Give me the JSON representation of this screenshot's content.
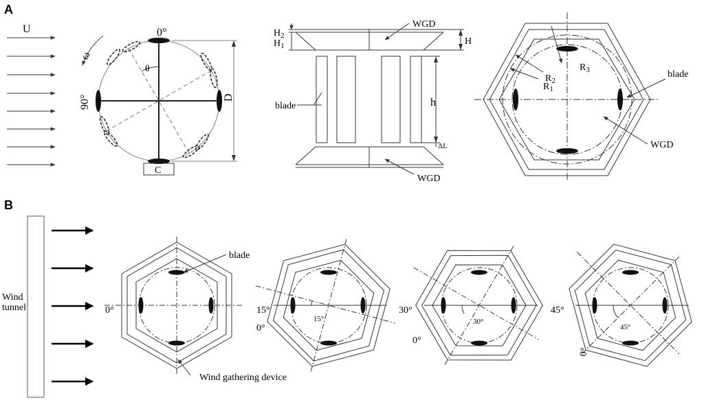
{
  "panels": {
    "a": {
      "letter": "A",
      "rotor": {
        "flow_label": "U",
        "omega_label": "ω",
        "angle_top": "0°",
        "angle_left": "90°",
        "theta_label": "θ",
        "diameter_label": "D",
        "chord_label": "C"
      },
      "side_view": {
        "wgd_top": "WGD",
        "wgd_bottom": "WGD",
        "h2": "H",
        "h2_sub": "2",
        "h1": "H",
        "h1_sub": "1",
        "big_h": "H",
        "blade": "blade",
        "h": "h",
        "delta_l": "ΔL"
      },
      "top_view": {
        "r3": "R",
        "r3_sub": "3",
        "r2": "R",
        "r2_sub": "2",
        "r1": "R",
        "r1_sub": "1",
        "blade": "blade",
        "wgd": "WGD"
      }
    },
    "b": {
      "letter": "B",
      "wind_tunnel_line1": "Wind",
      "wind_tunnel_line2": "tunnel",
      "blade": "blade",
      "wind_gathering_device": "Wind gathering device",
      "configs": [
        {
          "angle": "0°"
        },
        {
          "angle": "15°",
          "zero": "0°",
          "inner": "15°"
        },
        {
          "angle": "30°",
          "zero": "0°",
          "inner": "30°"
        },
        {
          "angle": "45°",
          "zero": "0°",
          "inner": "45°"
        }
      ]
    }
  },
  "colors": {
    "line": "#333333",
    "blade": "#111111",
    "circle": "#888888"
  }
}
